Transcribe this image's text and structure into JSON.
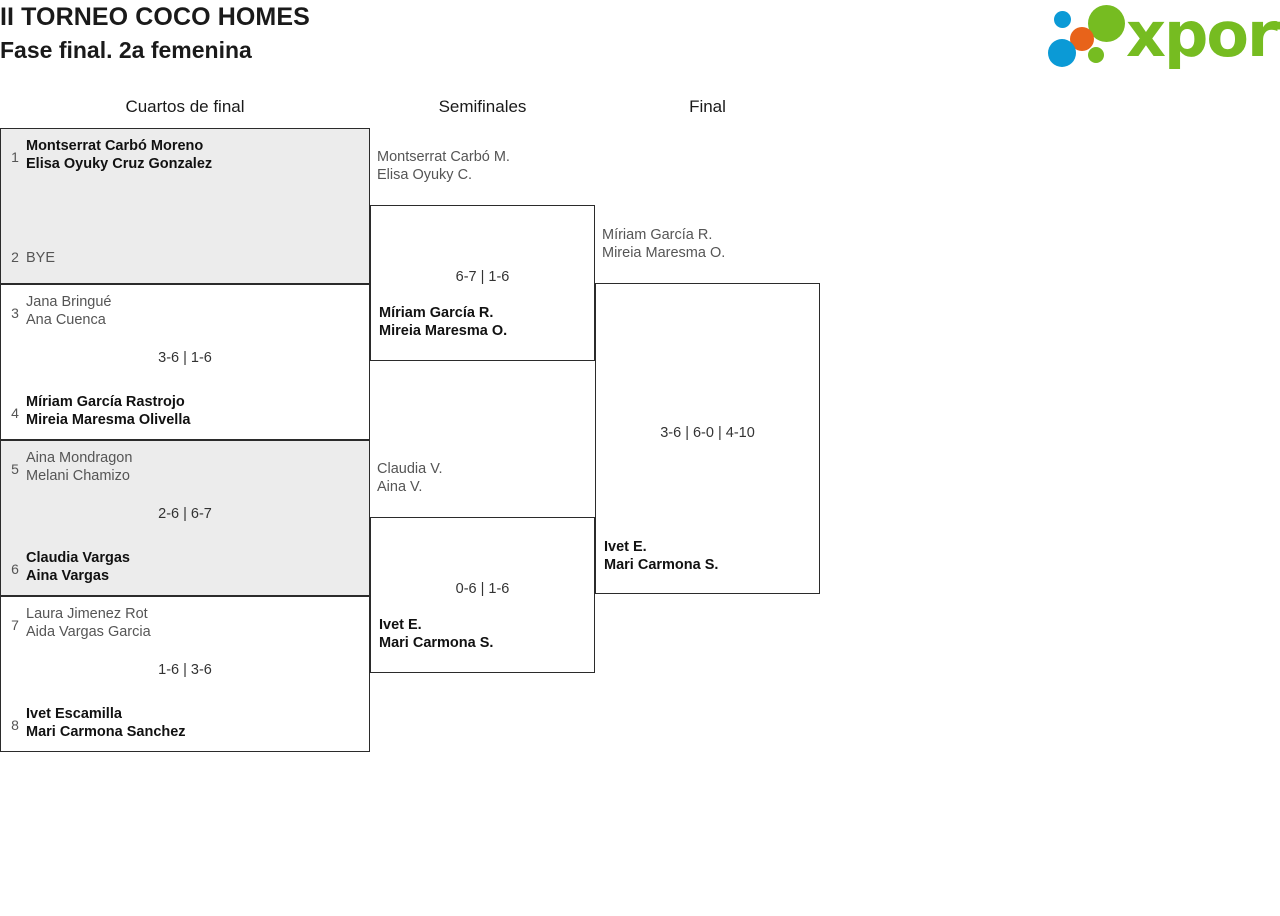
{
  "header": {
    "title": "II TORNEO COCO HOMES",
    "subtitle": "Fase final. 2a femenina"
  },
  "logo": {
    "text": "xporty",
    "colors": {
      "green": "#76bc21",
      "blue": "#0b9ad6",
      "orange": "#e8631a"
    }
  },
  "rounds": {
    "quarterfinals": "Cuartos de final",
    "semifinals": "Semifinales",
    "final": "Final"
  },
  "quarterfinals": [
    {
      "shaded": true,
      "top": {
        "seed": "1",
        "players": [
          "Montserrat Carbó Moreno",
          "Elisa Oyuky Cruz Gonzalez"
        ],
        "winner": true
      },
      "bottom": {
        "seed": "2",
        "players": [
          "BYE"
        ],
        "winner": false
      },
      "score": ""
    },
    {
      "shaded": false,
      "top": {
        "seed": "3",
        "players": [
          "Jana Bringué",
          "Ana Cuenca"
        ],
        "winner": false
      },
      "bottom": {
        "seed": "4",
        "players": [
          "Míriam García Rastrojo",
          "Mireia Maresma Olivella"
        ],
        "winner": true
      },
      "score": "3-6 | 1-6"
    },
    {
      "shaded": true,
      "top": {
        "seed": "5",
        "players": [
          "Aina Mondragon",
          "Melani Chamizo"
        ],
        "winner": false
      },
      "bottom": {
        "seed": "6",
        "players": [
          "Claudia Vargas",
          "Aina Vargas"
        ],
        "winner": true
      },
      "score": "2-6 | 6-7"
    },
    {
      "shaded": false,
      "top": {
        "seed": "7",
        "players": [
          "Laura Jimenez Rot",
          "Aida Vargas Garcia"
        ],
        "winner": false
      },
      "bottom": {
        "seed": "8",
        "players": [
          "Ivet Escamilla",
          "Mari Carmona Sanchez"
        ],
        "winner": true
      },
      "score": "1-6 | 3-6"
    }
  ],
  "semifinals": [
    {
      "top": {
        "players": [
          "Montserrat Carbó M.",
          "Elisa Oyuky C."
        ],
        "winner": false
      },
      "bottom": {
        "players": [
          "Míriam García R.",
          "Mireia Maresma O."
        ],
        "winner": true
      },
      "score": "6-7 | 1-6"
    },
    {
      "top": {
        "players": [
          "Claudia V.",
          "Aina V."
        ],
        "winner": false
      },
      "bottom": {
        "players": [
          "Ivet E.",
          "Mari Carmona S."
        ],
        "winner": true
      },
      "score": "0-6 | 1-6"
    }
  ],
  "final": {
    "top": {
      "players": [
        "Míriam García R.",
        "Mireia Maresma O."
      ],
      "winner": false
    },
    "bottom": {
      "players": [
        "Ivet E.",
        "Mari Carmona S."
      ],
      "winner": true
    },
    "score": "3-6 | 6-0 | 4-10"
  }
}
